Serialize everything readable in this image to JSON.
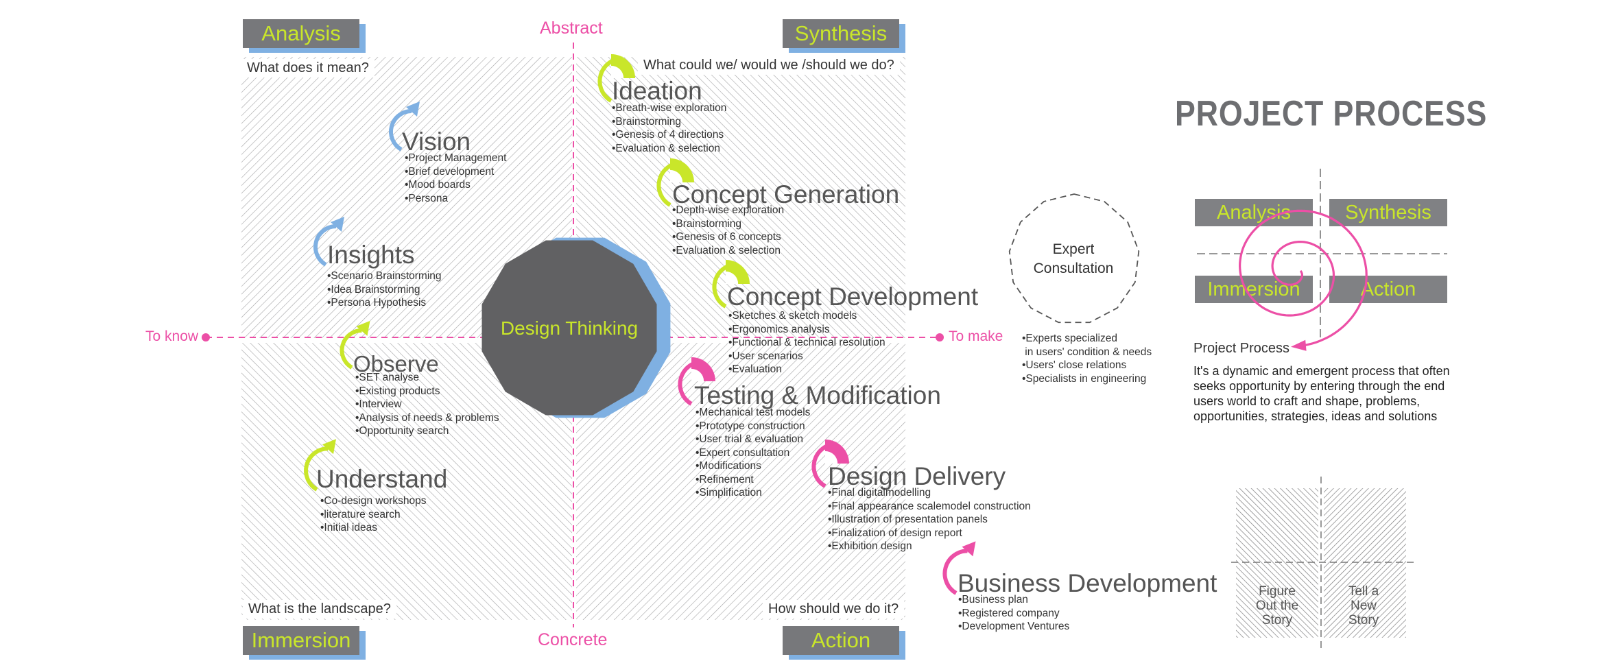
{
  "title": "PROJECT PROCESS",
  "center_label": "Design Thinking",
  "axes": {
    "top": "Abstract",
    "bottom": "Concrete",
    "left": "To know",
    "right": "To make"
  },
  "quadrants": {
    "analysis": {
      "label": "Analysis",
      "question": "What does it mean?"
    },
    "synthesis": {
      "label": "Synthesis",
      "question": "What could we/ would we /should we do?"
    },
    "immersion": {
      "label": "Immersion",
      "question": "What is the landscape?"
    },
    "action": {
      "label": "Action",
      "question": "How should we do it?"
    }
  },
  "stages": [
    {
      "title": "Vision",
      "items": [
        "•Project Management",
        "•Brief development",
        "•Mood boards",
        "•Persona"
      ],
      "color": "#7fb0e2"
    },
    {
      "title": "Insights",
      "items": [
        "•Scenario Brainstorming",
        "•Idea Brainstorming",
        "•Persona Hypothesis"
      ],
      "color": "#7fb0e2"
    },
    {
      "title": "Observe",
      "items": [
        "•SET analyse",
        "•Existing products",
        "•Interview",
        "•Analysis of needs & problems",
        "•Opportunity search"
      ],
      "color": "#c9e62a"
    },
    {
      "title": "Understand",
      "items": [
        "•Co-design workshops",
        "•literature search",
        "•Initial ideas"
      ],
      "color": "#c9e62a"
    },
    {
      "title": "Ideation",
      "items": [
        "•Breath-wise exploration",
        "•Brainstorming",
        "•Genesis of  4 directions",
        "•Evaluation & selection"
      ],
      "color": "#c9e62a"
    },
    {
      "title": "Concept Generation",
      "items": [
        "•Depth-wise exploration",
        "•Brainstorming",
        "•Genesis of 6 concepts",
        "•Evaluation & selection"
      ],
      "color": "#c9e62a"
    },
    {
      "title": "Concept Development",
      "items": [
        "•Sketches & sketch models",
        "•Ergonomics analysis",
        "•Functional & technical resolution",
        "•User scenarios",
        "•Evaluation"
      ],
      "color": "#c9e62a"
    },
    {
      "title": "Testing & Modification",
      "items": [
        "•Mechanical test models",
        "•Prototype construction",
        "•User trial & evaluation",
        "•Expert consultation",
        "•Modifications",
        "•Refinement",
        "•Simplification"
      ],
      "color": "#ec4fa6"
    },
    {
      "title": "Design Delivery",
      "items": [
        "•Final digitalmodelling",
        "•Final appearance scalemodel construction",
        "•Illustration of presentation panels",
        "•Finalization of design report",
        "•Exhibition design"
      ],
      "color": "#ec4fa6"
    },
    {
      "title": "Business Development",
      "items": [
        "•Business plan",
        "•Registered company",
        "•Development Ventures"
      ],
      "color": "#ec4fa6"
    }
  ],
  "expert": {
    "label_line1": "Expert",
    "label_line2": "Consultation",
    "items": [
      "•Experts specialized",
      " in users' condition & needs",
      "•Users' close relations",
      "•Specialists in  engineering"
    ]
  },
  "mini_quadrants": {
    "analysis": "Analysis",
    "synthesis": "Synthesis",
    "immersion": "Immersion",
    "action": "Action"
  },
  "project_process": {
    "heading": "Project Process",
    "description": [
      "It's a dynamic and emergent process that often",
      "seeks opportunity by entering through the end",
      "users world to craft and shape, problems,",
      "opportunities, strategies, ideas and solutions"
    ]
  },
  "story": {
    "left": [
      "Figure",
      "Out the",
      "Story"
    ],
    "right": [
      "Tell a",
      "New",
      "Story"
    ]
  },
  "colors": {
    "green": "#c9e62a",
    "pink": "#ec4fa6",
    "blue": "#7fb0e2",
    "dark_gray": "#616163",
    "label_gray": "#77787b"
  }
}
